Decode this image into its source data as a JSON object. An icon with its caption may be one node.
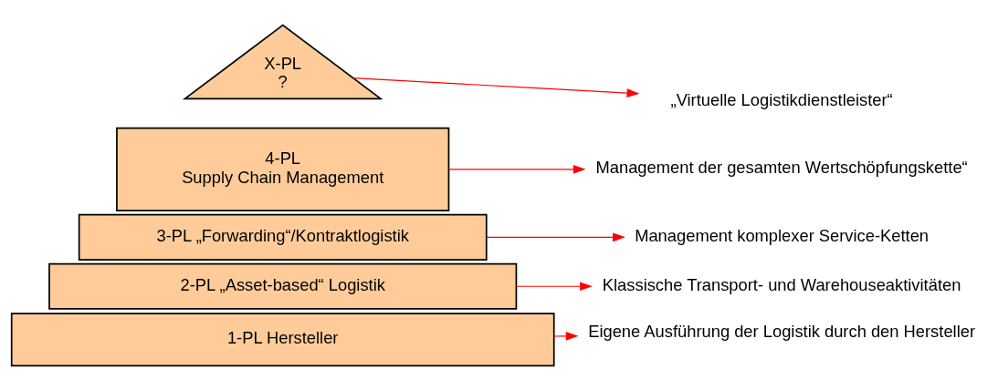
{
  "diagram": {
    "nodes": [
      {
        "text": [
          "X-PL",
          "?"
        ]
      },
      {
        "text": [
          "4-PL",
          "Supply Chain Management"
        ]
      },
      {
        "text": [
          "3-PL „Forwarding“/Kontraktlogistik"
        ]
      },
      {
        "text": [
          "2-PL „Asset-based“ Logistik"
        ]
      },
      {
        "text": [
          "1-PL Hersteller"
        ]
      },
      {
        "text": [
          "„Virtuelle Logistikdienstleister“"
        ]
      },
      {
        "text": [
          "Management der gesamten Wertschöpfungskette“"
        ]
      },
      {
        "text": [
          "Management komplexer Service-Ketten"
        ]
      },
      {
        "text": [
          "Klassische Transport- und Warehouseaktivitäten"
        ]
      },
      {
        "text": [
          "Eigene Ausführung der Logistik durch den Hersteller"
        ]
      }
    ],
    "edges": [
      {
        "from": 0,
        "to": 5,
        "arrow": "to",
        "color": "#ff0000"
      },
      {
        "from": 1,
        "to": 6,
        "arrow": "to",
        "color": "#ff0000"
      },
      {
        "from": 2,
        "to": 7,
        "arrow": "to",
        "color": "#ff0000"
      },
      {
        "from": 3,
        "to": 8,
        "arrow": "to",
        "color": "#ff0000"
      },
      {
        "from": 4,
        "to": 9,
        "arrow": "to",
        "color": "#ff0000"
      }
    ]
  }
}
